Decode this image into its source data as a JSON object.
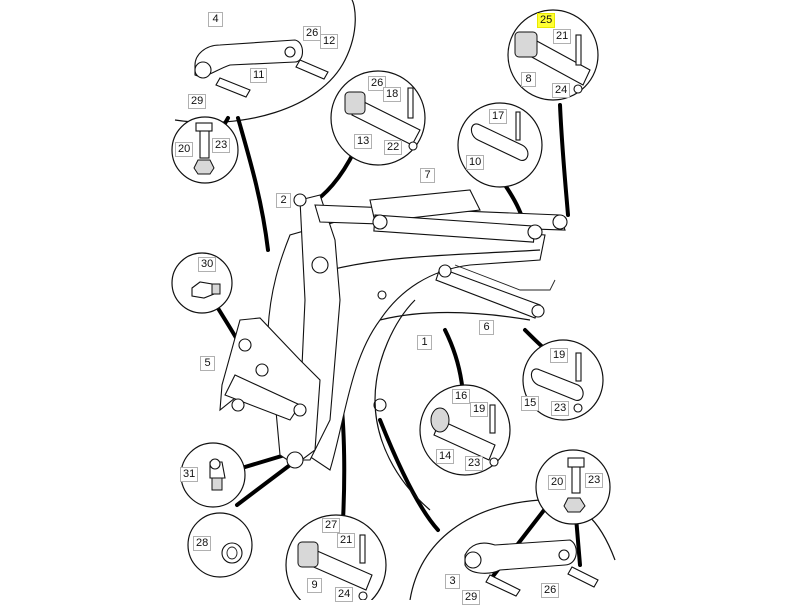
{
  "diagram": {
    "title": "Loader arm linkage – exploded parts diagram",
    "highlight_color": "#ffff33",
    "footer_ref": "",
    "callouts": [
      {
        "id": "top-left-arm",
        "labels": [
          "4",
          "26",
          "12",
          "11",
          "29"
        ]
      },
      {
        "id": "top-left-bolt",
        "labels": [
          "20",
          "23"
        ]
      },
      {
        "id": "top-center-pin",
        "labels": [
          "26",
          "18",
          "13",
          "22"
        ]
      },
      {
        "id": "top-right-pin",
        "labels": [
          "25",
          "21",
          "8",
          "24"
        ]
      },
      {
        "id": "right-pin-10",
        "labels": [
          "17",
          "10"
        ]
      },
      {
        "id": "left-fitting-30",
        "labels": [
          "30"
        ]
      },
      {
        "id": "right-pin-15",
        "labels": [
          "19",
          "15",
          "23"
        ]
      },
      {
        "id": "center-pin-14",
        "labels": [
          "16",
          "19",
          "14",
          "23"
        ]
      },
      {
        "id": "left-fitting-31",
        "labels": [
          "31"
        ]
      },
      {
        "id": "left-bush-28",
        "labels": [
          "28"
        ]
      },
      {
        "id": "bottom-pin-9",
        "labels": [
          "27",
          "21",
          "9",
          "24"
        ]
      },
      {
        "id": "bottom-right-bolt",
        "labels": [
          "20",
          "23"
        ]
      },
      {
        "id": "bottom-right-arm",
        "labels": [
          "3",
          "29",
          "26"
        ]
      }
    ],
    "main_labels": [
      "2",
      "7",
      "1",
      "6",
      "5"
    ],
    "highlighted_label": "25"
  },
  "labels": {
    "l4": "4",
    "l26a": "26",
    "l12": "12",
    "l11": "11",
    "l29a": "29",
    "l20a": "20",
    "l23a": "23",
    "l26b": "26",
    "l18": "18",
    "l13": "13",
    "l22": "22",
    "l25": "25",
    "l21a": "21",
    "l8": "8",
    "l24a": "24",
    "l17": "17",
    "l10": "10",
    "l2": "2",
    "l7": "7",
    "l1": "1",
    "l6": "6",
    "l5": "5",
    "l30": "30",
    "l19a": "19",
    "l15": "15",
    "l23b": "23",
    "l16": "16",
    "l19b": "19",
    "l14": "14",
    "l23c": "23",
    "l31": "31",
    "l28": "28",
    "l27": "27",
    "l21b": "21",
    "l9": "9",
    "l24b": "24",
    "l20b": "20",
    "l23d": "23",
    "l3": "3",
    "l29b": "29",
    "l26c": "26"
  }
}
